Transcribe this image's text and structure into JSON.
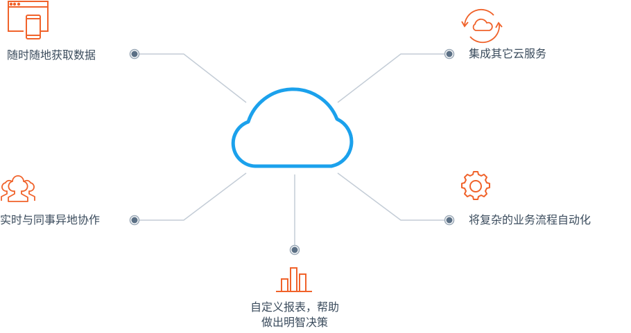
{
  "colors": {
    "accent": "#f0622a",
    "cloud": "#1ba1ec",
    "line": "#c3ccd6",
    "dot": "#5b7085"
  },
  "features": [
    {
      "icon": "browser-mobile-icon",
      "label": "随时随地获取数据"
    },
    {
      "icon": "cloud-sync-icon",
      "label": "集成其它云服务"
    },
    {
      "icon": "users-icon",
      "label": "实时与同事异地协作"
    },
    {
      "icon": "gear-icon",
      "label": "将复杂的业务流程自动化"
    },
    {
      "icon": "bar-chart-icon",
      "label_line1": "自定义报表，帮助",
      "label_line2": "做出明智决策"
    }
  ]
}
